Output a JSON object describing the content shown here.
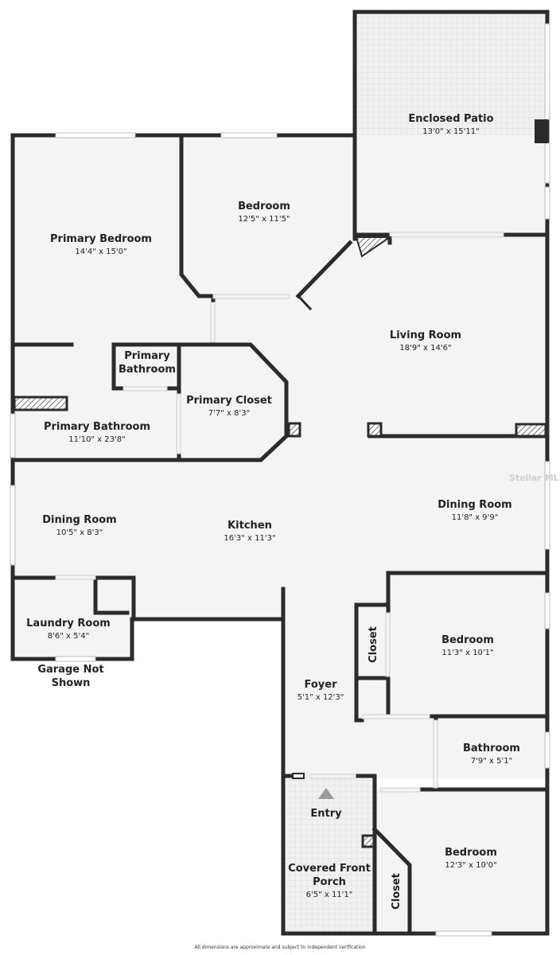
{
  "rooms": [
    {
      "id": "enclosed-patio",
      "name": "Enclosed Patio",
      "dim": "13'0\" x 15'11\""
    },
    {
      "id": "bedroom-top",
      "name": "Bedroom",
      "dim": "12'5\" x 11'5\""
    },
    {
      "id": "primary-bedroom",
      "name": "Primary Bedroom",
      "dim": "14'4\" x 15'0\""
    },
    {
      "id": "living-room",
      "name": "Living Room",
      "dim": "18'9\" x 14'6\""
    },
    {
      "id": "primary-bathroom-small",
      "name_line1": "Primary",
      "name_line2": "Bathroom"
    },
    {
      "id": "primary-closet",
      "name": "Primary Closet",
      "dim": "7'7\" x 8'3\""
    },
    {
      "id": "primary-bathroom",
      "name": "Primary Bathroom",
      "dim": "11'10\" x 23'8\""
    },
    {
      "id": "dining-room-left",
      "name": "Dining Room",
      "dim": "10'5\" x 8'3\""
    },
    {
      "id": "kitchen",
      "name": "Kitchen",
      "dim": "16'3\" x 11'3\""
    },
    {
      "id": "dining-room-right",
      "name": "Dining Room",
      "dim": "11'8\" x 9'9\""
    },
    {
      "id": "laundry-room",
      "name": "Laundry Room",
      "dim": "8'6\" x 5'4\""
    },
    {
      "id": "garage-note",
      "name_line1": "Garage Not",
      "name_line2": "Shown"
    },
    {
      "id": "closet-mid",
      "name": "Closet"
    },
    {
      "id": "bedroom-mid",
      "name": "Bedroom",
      "dim": "11'3\" x 10'1\""
    },
    {
      "id": "foyer",
      "name": "Foyer",
      "dim": "5'1\" x 12'3\""
    },
    {
      "id": "bathroom",
      "name": "Bathroom",
      "dim": "7'9\" x 5'1\""
    },
    {
      "id": "entry",
      "name": "Entry"
    },
    {
      "id": "covered-front-porch",
      "name_line1": "Covered Front",
      "name_line2": "Porch",
      "dim": "6'5\" x 11'1\""
    },
    {
      "id": "bedroom-bottom",
      "name": "Bedroom",
      "dim": "12'3\" x 10'0\""
    },
    {
      "id": "closet-bottom",
      "name": "Closet"
    }
  ],
  "watermark": "Stellar MLS",
  "disclaimer": "All dimensions are approximate and subject to independent verification",
  "colors": {
    "wall": "#2b2b2b",
    "floor": "#f4f4f4",
    "tile": "#e6e6e6",
    "window": "#ffffff"
  }
}
